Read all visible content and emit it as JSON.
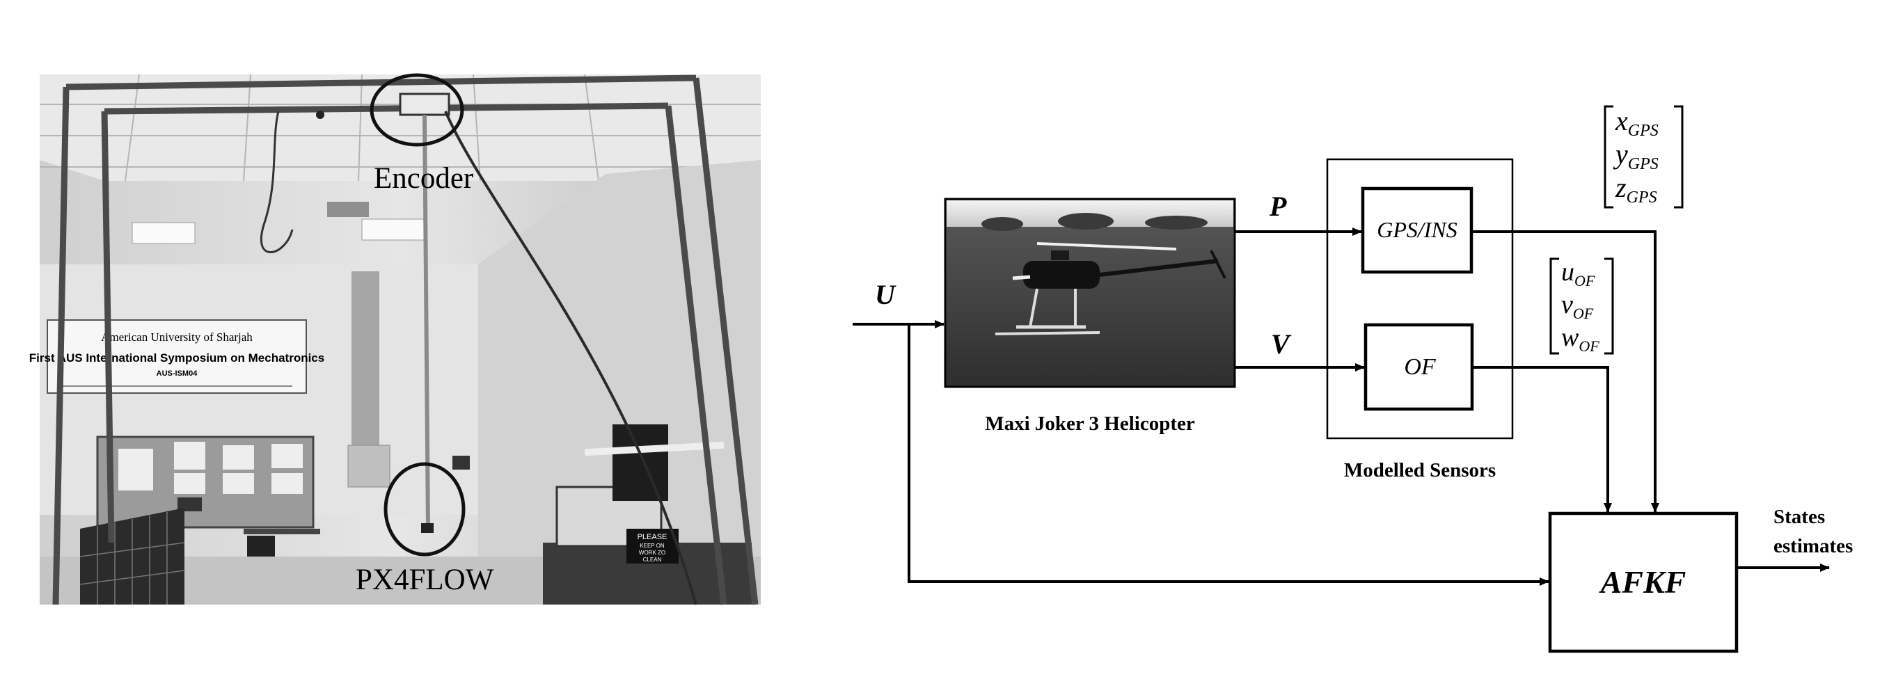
{
  "left_photo": {
    "banner_line1": "American University of Sharjah",
    "banner_line2": "First AUS International Symposium on Mechatronics",
    "banner_line3": "AUS-ISM04",
    "poster_sign_line1": "PLEASE",
    "poster_sign_line2": "KEEP ON",
    "poster_sign_line3": "WORK ZO",
    "poster_sign_line4": "CLEAN",
    "encoder_label": "Encoder",
    "px4flow_label": "PX4FLOW"
  },
  "diagram": {
    "input_label": "U",
    "p_label": "P",
    "v_label": "V",
    "helicopter_caption": "Maxi Joker 3 Helicopter",
    "gps_block": "GPS/INS",
    "of_block": "OF",
    "sensors_caption": "Modelled Sensors",
    "afkf_block": "AFKF",
    "output_line1": "States",
    "output_line2": "estimates",
    "gps_vector": [
      "x",
      "y",
      "z"
    ],
    "gps_subscript": "GPS",
    "of_vector": [
      "u",
      "v",
      "w"
    ],
    "of_subscript": "OF"
  }
}
